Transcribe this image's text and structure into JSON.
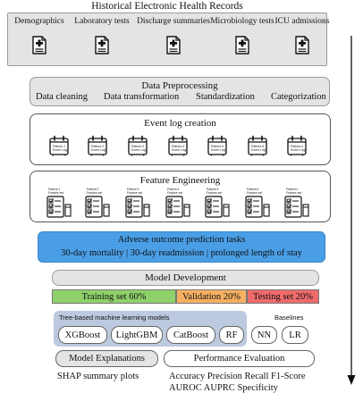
{
  "title": "Historical Electronic Health Records",
  "ehr": {
    "categories": [
      "Demographics",
      "Laboratory tests",
      "Discharge summaries",
      "Microbiology tests",
      "ICU admissions"
    ]
  },
  "preprocessing": {
    "title": "Data Preprocessing",
    "steps": [
      "Data cleaning",
      "Data transformation",
      "Standardization",
      "Categorization"
    ]
  },
  "event_log": {
    "title": "Event log creation",
    "items": [
      [
        "Patient 1",
        "Event Log"
      ],
      [
        "Patient 2",
        "Event Log"
      ],
      [
        "Patient 3",
        "Event Log"
      ],
      [
        "Patient 4",
        "Event Log"
      ],
      [
        "Patient 5",
        "Event Log"
      ],
      [
        "Patient 6",
        "Event Log"
      ],
      [
        "Patient n",
        "Event Log"
      ]
    ]
  },
  "feature_engineering": {
    "title": "Feature Engineering",
    "items": [
      [
        "Patient 1",
        "Feature set"
      ],
      [
        "Patient 2",
        "Feature set"
      ],
      [
        "Patient 3",
        "Feature set"
      ],
      [
        "Patient 4",
        "Feature set"
      ],
      [
        "Patient 5",
        "Feature set"
      ],
      [
        "Patient 6",
        "Feature set"
      ],
      [
        "Patient n",
        "Feature set"
      ]
    ]
  },
  "prediction": {
    "title": "Adverse outcome prediction tasks",
    "tasks": "30-day mortality | 30-day readmission  |  prolonged length of stay",
    "color": "#4a9ee6"
  },
  "model_development": {
    "title": "Model Development",
    "training": "Training set 60%",
    "validation": "Validation 20%",
    "testing": "Testing set 20%",
    "colors": {
      "training": "#8fd16a",
      "validation": "#f6b061",
      "testing": "#ef6b6b"
    }
  },
  "models": {
    "tree_label": "Tree-based machine learning models",
    "tree_models": [
      "XGBoost",
      "LightGBM",
      "CatBoost",
      "RF"
    ],
    "baselines_label": "Baselines",
    "baselines": [
      "NN",
      "LR"
    ],
    "tree_bg": "#bcc9de"
  },
  "explanations": {
    "title": "Model Explanations",
    "output": "SHAP summary plots"
  },
  "evaluation": {
    "title": "Performance Evaluation",
    "metrics_line1": "Accuracy Precision Recall F1-Score",
    "metrics_line2": "AUROC AUPRC Specificity"
  }
}
